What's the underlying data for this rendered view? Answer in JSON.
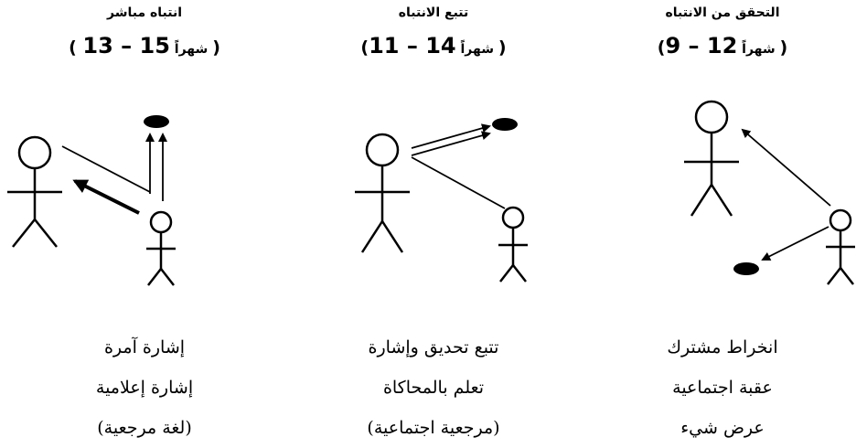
{
  "panels": [
    {
      "title": "انتباه مباشر",
      "age_open": "( ",
      "age_range": "13 – 15",
      "age_unit": " شهراً ",
      "age_close": " )",
      "lines": [
        "إشارة آمرة",
        "إشارة إعلامية",
        "(لغة مرجعية)"
      ]
    },
    {
      "title": "تتبع الانتباه",
      "age_open": "(",
      "age_range": "11 – 14",
      "age_unit": " شهراً ",
      "age_close": " )",
      "lines": [
        "تتبع تحديق وإشارة",
        "تعلم بالمحاكاة",
        "(مرجعية اجتماعية)"
      ]
    },
    {
      "title": "التحقق من الانتباه",
      "age_open": "(",
      "age_range": "9 – 12",
      "age_unit": " شهراً ",
      "age_close": " )",
      "lines": [
        "انخراط مشترك",
        "عقبة اجتماعية",
        "عرض شيء"
      ]
    }
  ]
}
